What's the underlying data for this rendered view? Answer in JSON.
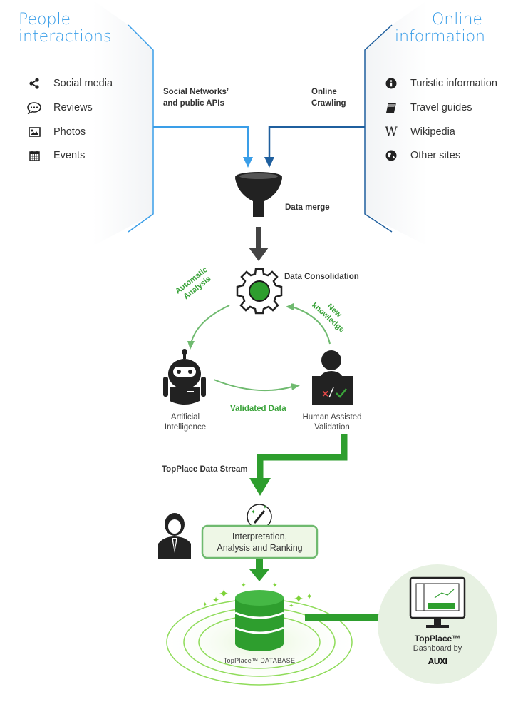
{
  "left_panel": {
    "title_line1": "People",
    "title_line2": "interactions",
    "items": [
      {
        "label": "Social media",
        "icon": "share-icon"
      },
      {
        "label": "Reviews",
        "icon": "chat-bubble-icon"
      },
      {
        "label": "Photos",
        "icon": "image-icon"
      },
      {
        "label": "Events",
        "icon": "calendar-icon"
      }
    ]
  },
  "right_panel": {
    "title_line1": "Online",
    "title_line2": "information",
    "items": [
      {
        "label": "Turistic information",
        "icon": "info-icon"
      },
      {
        "label": "Travel guides",
        "icon": "book-icon"
      },
      {
        "label": "Wikipedia",
        "icon": "wikipedia-icon"
      },
      {
        "label": "Other sites",
        "icon": "globe-icon"
      }
    ]
  },
  "sources": {
    "social_line1": "Social Networks’",
    "social_line2": "and public APIs",
    "online_line1": "Online",
    "online_line2": "Crawling"
  },
  "flow": {
    "data_merge": "Data merge",
    "data_consolidation": "Data Consolidation",
    "automatic_analysis_line1": "Automatic",
    "automatic_analysis_line2": "Analysis",
    "new_knowledge_line1": "New",
    "new_knowledge_line2": "knowledge",
    "validated_data": "Validated Data",
    "ai_line1": "Artificial",
    "ai_line2": "Intelligence",
    "human_line1": "Human Assisted",
    "human_line2": "Validation",
    "data_stream": "TopPlace Data Stream",
    "interpretation_line1": "Interpretation,",
    "interpretation_line2": "Analysis and Ranking",
    "database": "TopPlace™ DATABASE",
    "dashboard_line1": "TopPlace™",
    "dashboard_line2": "Dashboard by",
    "brand": "AUXI"
  },
  "colors": {
    "blue_light": "#3a9ee8",
    "blue_dark": "#1f5f9e",
    "green": "#2e9e2e",
    "green_light": "#6fba6f",
    "dark": "#333333"
  }
}
